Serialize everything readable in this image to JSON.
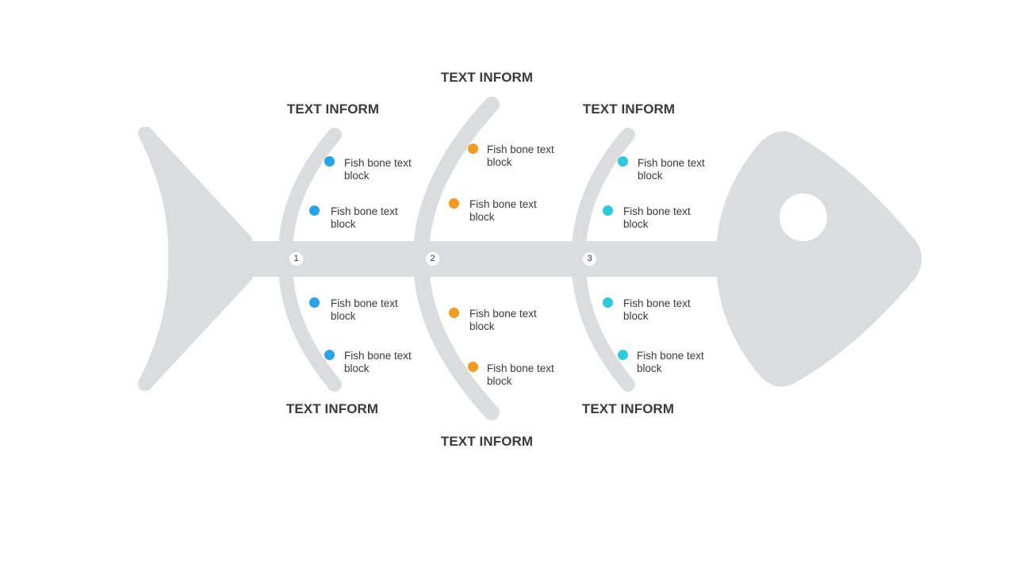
{
  "colors": {
    "bone": "#dbdcde",
    "group1": "#27a3e6",
    "group2": "#f29a24",
    "group3": "#2ccbdc"
  },
  "groups": [
    {
      "number": "1",
      "top_title": "TEXT INFORM",
      "bottom_title": "TEXT INFORM",
      "items": [
        "Fish bone text block",
        "Fish bone text block",
        "Fish bone text block",
        "Fish bone text block"
      ]
    },
    {
      "number": "2",
      "top_title": "TEXT INFORM",
      "bottom_title": "TEXT INFORM",
      "items": [
        "Fish bone text block",
        "Fish bone text block",
        "Fish bone text block",
        "Fish bone text block"
      ]
    },
    {
      "number": "3",
      "top_title": "TEXT INFORM",
      "bottom_title": "TEXT INFORM",
      "items": [
        "Fish bone text block",
        "Fish bone text block",
        "Fish bone text block",
        "Fish bone text block"
      ]
    }
  ]
}
